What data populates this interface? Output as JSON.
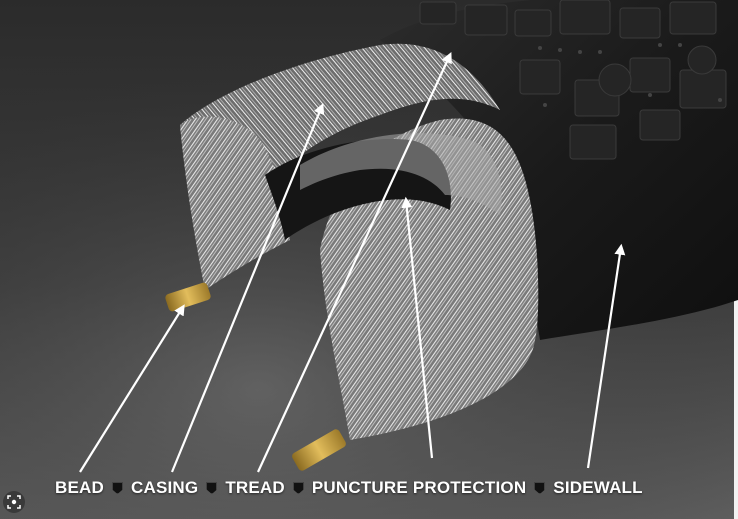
{
  "labels": {
    "bead": "BEAD",
    "casing": "CASING",
    "tread": "TREAD",
    "puncture": "PUNCTURE PROTECTION",
    "sidewall": "SIDEWALL"
  },
  "icons": {
    "separator": "shield-separator-icon",
    "lens": "visual-search-icon"
  },
  "colors": {
    "background_top": "#2a2a2a",
    "background_bottom": "#5a5a5a",
    "rubber": "#1b1b1b",
    "casing": "#9a9a9a",
    "bead": "#c9a040",
    "arrow": "#ffffff"
  }
}
